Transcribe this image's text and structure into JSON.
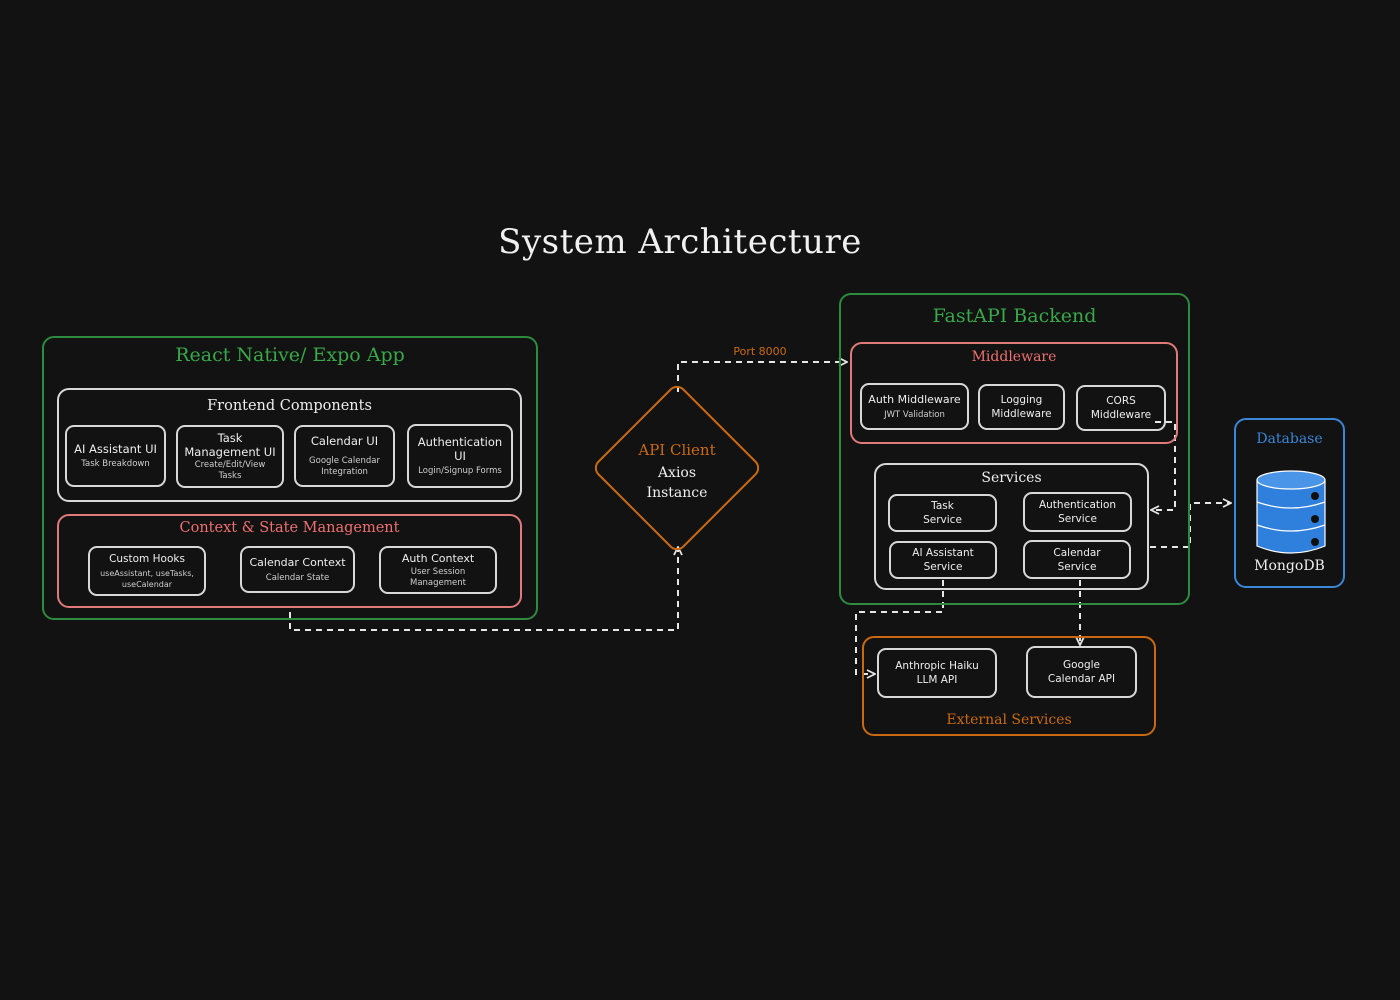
{
  "title": "System Architecture",
  "frontend": {
    "title": "React Native/ Expo App",
    "components": {
      "title": "Frontend Components",
      "items": [
        {
          "name": "AI Assistant UI",
          "sub": "Task Breakdown"
        },
        {
          "name": "Task Management UI",
          "sub": "Create/Edit/View Tasks"
        },
        {
          "name": "Calendar UI",
          "sub": "Google Calendar Integration"
        },
        {
          "name": "Authentication UI",
          "sub": "Login/Signup Forms"
        }
      ]
    },
    "context": {
      "title": "Context & State Management",
      "items": [
        {
          "name": "Custom Hooks",
          "sub": "useAssistant, useTasks, useCalendar"
        },
        {
          "name": "Calendar Context",
          "sub": "Calendar State"
        },
        {
          "name": "Auth Context",
          "sub": "User Session Management"
        }
      ]
    }
  },
  "api_client": {
    "title": "API Client",
    "sub": "Axios Instance"
  },
  "connection": {
    "port_label": "Port 8000"
  },
  "backend": {
    "title": "FastAPI Backend",
    "middleware": {
      "title": "Middleware",
      "items": [
        {
          "name": "Auth Middleware",
          "sub": "JWT Validation"
        },
        {
          "name": "Logging Middleware",
          "sub": ""
        },
        {
          "name": "CORS Middleware",
          "sub": ""
        }
      ]
    },
    "services": {
      "title": "Services",
      "items": [
        {
          "name": "Task Service"
        },
        {
          "name": "Authentication Service"
        },
        {
          "name": "AI Assistant Service"
        },
        {
          "name": "Calendar Service"
        }
      ]
    }
  },
  "database": {
    "title": "Database",
    "label": "MongoDB"
  },
  "external": {
    "title": "External Services",
    "items": [
      {
        "name": "Anthropic Haiku LLM API"
      },
      {
        "name": "Google Calendar API"
      }
    ]
  },
  "colors": {
    "background": "#121212",
    "green": "#2e8b3e",
    "red": "#e07a7a",
    "orange": "#c96a12",
    "blue": "#3b86d6",
    "white": "#d8d8d8"
  }
}
